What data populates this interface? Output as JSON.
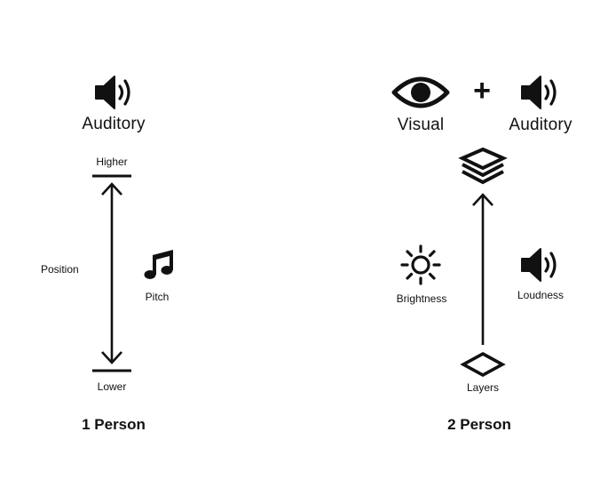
{
  "panels": [
    {
      "title": "1 Person",
      "modality": "Auditory",
      "scale_top": "Higher",
      "scale_bottom": "Lower",
      "axis_label": "Position",
      "mapping_label": "Pitch",
      "icons": [
        "speaker-icon",
        "music-note-icon"
      ]
    },
    {
      "title": "2 Person",
      "modalities": [
        "Visual",
        "Auditory"
      ],
      "operator": "+",
      "left_label": "Brightness",
      "right_label": "Loudness",
      "bottom_label": "Layers",
      "icons": [
        "eye-icon",
        "speaker-icon",
        "layers-stack-icon",
        "sun-icon",
        "diamond-icon"
      ]
    }
  ],
  "colors": {
    "ink": "#111111",
    "background": "#ffffff"
  }
}
